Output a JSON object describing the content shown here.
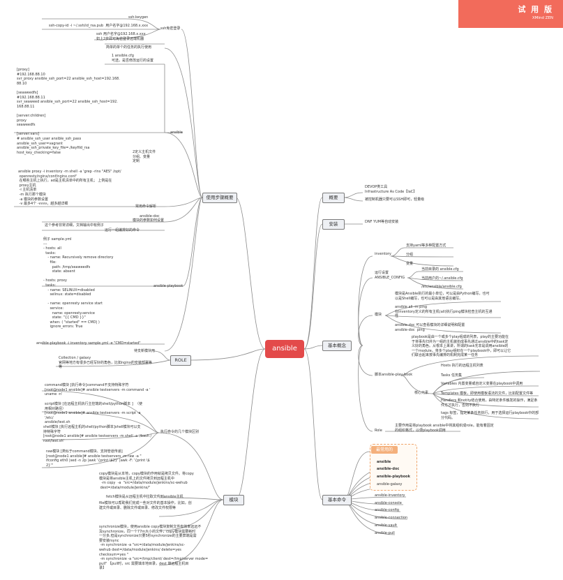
{
  "watermark": {
    "title": "试 用 版",
    "subtitle": "XMind ZEN"
  },
  "root": "ansible",
  "left_main": {
    "usage": "使用步骤概要",
    "role": "ROLE",
    "modules": "模块"
  },
  "right_main": {
    "overview": "概要",
    "install": "安装",
    "concepts": "基本概念",
    "commands": "基本命令"
  },
  "ssh": {
    "label": "ssh免密登录",
    "keygen": "ssh-keygen",
    "copy_id": "ssh-copy-id -i ~/.ssh/id_rsa.pub  用户名字@192.168.x.xxx",
    "ssh_login": "ssh 用户名字@192.168.x.xxx\n如上2步即可免密登录远端机器"
  },
  "usage_items": {
    "simple_cmd": "简单的单个的任务的执行使用",
    "cfg": "1 ansible.cfg\n可选，是否修改运行的设置",
    "inventory_block": "[proxy]\n#192.168.88.10\nsvr_proxy ansible_ssh_port=22 ansible_ssh_host=192.168.\n88.10\n\n[seaweedfs]\n#192.168.88.11\nsvr_seaweed ansible_ssh_port=22 ansible_ssh_host=192.\n168.88.11\n\n[server:children]\nproxy\nseaweedfs\n\n[server:vars]\n# ansible_ssh_user ansible_ssh_pass\nansible_ssh_user=vagrant\nansible_ssh_private_key_file=./keyfild_rsa\nhost_key_checking=false",
    "inventory_note": "2定义主机文件\n分组、变量\n定制",
    "ansible_label": "ansible",
    "proxy_cmd": "ansible proxy -i inventory -m shell -a 'grep -rins \"AES\" /opt/\n openresty/nginx/conf/nginx.conf'\n 在哪些主机上执行，ad是主机清单中的所有主机； 上例是在\n proxy主机\n -i 主机清单\n -m 执行那个模块\n -a 模块的参数设置\n -v 最多4个 -vvvv，越多越详细",
    "common_params": "常用命令解析",
    "doc_label": "ansible-doc",
    "doc_note": "模块的参数如何设置",
    "doc_desc": "这个参考非常详细，文档输出中有例子",
    "playbook_title": "运行一组编排好的命令",
    "playbook_example": "例子 sample.yml\n---\n- hosts: all\n  tasks:\n    - name: Recursively remove directory\n      file:\n        path: /tmp/seaweedfs\n        state: absent\n\n- hosts: proxy\n  tasks:\n    - name: SELINUX=disabled\n      selinux: state=disabled\n\n    - name: openresty service start\n      service:\n        name: openresty.service\n        state: \"{{ CMD }}\"\n      when: ( \"started\" == CMD| )\n      ignore_errors: True",
    "playbook_label": "ansible-playbook",
    "playbook_cmd": "ansible-playbook -i inventory sample.yml -e \"CMD=started\"",
    "reuse": "待支新模块用",
    "galaxy": "Collection / galaxy\n官网等地方有很多已经写好的角色，比如nginx的安装部署等\n等"
  },
  "modules": {
    "diff_label": "执行命令的几个模块区别",
    "command": "command模块 [执行命令]command不支持特殊字符\n[root@node1 ansible]# ansible testservers -m command -a '\nuname -n'",
    "script": "script模块 [在远程主机执行主控端的shell/python脚本 ]  （使\n用相对路径）\n[root@node1 ansible]# ansible testservers -m script -a '/etc/\nansible/test.sh",
    "shell": "shell模块 [执行远程主机的shell/python脚本]shell模块可以支\n持特殊字符\n[root@node1 ansible]# ansible testservers -m shell -a '/bash /\nroot/test.sh'",
    "raw": "raw模块 [类似于command模块、支持管道传递]\n[root@node1 ansible]# ansible testservers -m raw -a \"\nifconfig eth0 |sed -n 2p |awk '{print \\$2}' |awk -F: '{print \\$\n2}'\"",
    "copy": "copy模块是从本地，copy模块的作用就是拷贝文件。将copy\n模块是将ansible主机上的文件拷贝到远程主机中\n  -m copy  -a  \"src=/data/module/jenkins/sc-wehub\n dest=/data/module/jenkins/\"",
    "fetch": "fetch模块是从远程主机中拉取文件到ansible主机",
    "file": "file模块可以帮助我们完成一些对文件的基本操作，比如，创\n建文件或目录、删除文件或目录、修改文件权限等",
    "sync": "synchronize模块，使用ansible copy模块复制文件有效率远远不\n及synchronize，同一个77m大小的文件，copy模块需要耗时\n一分多,但是synchronize只要5秒synchronize的主要弊端是需\n要安装rsync\n -m synchronize -a \"src=/data/module/jenkins/sc-\nwehub dest=/data/module/jenkins/ delete=yes\nchecksum=yes \"\n -m synchronize -a \"src=/tmp/client/ dest=/tmp/server mode=\npull\" 【pull时，src 需要填本地目录，dest 填远程主机目\n录】"
  },
  "overview_items": {
    "devop": "DEVOP类工具\nInfrastructure As Code【IaC】",
    "ssh_manage": "被控制机器只要可以SSH即可，轻量级"
  },
  "install_items": {
    "dnf": "DNF YUM等自动安装"
  },
  "concept_items": {
    "inventory": "inventory",
    "inv_yaml": "支持yaml等多种配置方式",
    "inv_group": "分组",
    "inv_var": "变量",
    "config": "运行设置\nANSIBLE_CONFIG",
    "cfg1": "当前目录的 ansible.cfg",
    "cfg2": "当前用户的~/.ansible.cfg",
    "cfg3": "/etc/ansible/ansible.cfg",
    "module": "模块",
    "mod_desc": "模块是Ansible执行的最小单位，可以是由Python编写，也可\n以是Shell编写，也可以是由其他语言编写。",
    "mod_ping": "ansible all -m ping\n在inventory定义的所有主机(all)执行ping模块检查主机的互通\n性",
    "mod_doc": "ansible-doc 可以查看模块的详细说明和配置\nansible-doc  ping",
    "playbook": "脚本ansible-play-book",
    "pb_desc": "playbook是由一个或多个play组成的列表，play的主要功能在\n于将事先归并为一组的主机装扮成事先通过ansible中的task定\n义好的角色。从根本上来讲，所谓的task无非是调用ansible的\n一个module。将多个play组织在一个playbook中，即可以让它\n们联合起来按事先编排的机制完成某一任务",
    "core": "核心元素",
    "hosts": "Hosts 执行的远程主机列表",
    "tasks": "Tasks 任务集",
    "variables": "Variables 内置变量或自定义变量在playbook中调用",
    "templates": "Templates 模板，即使用模板语法的文件，比如配置文件等",
    "handlers": "Handlers 和notity结合使用，由特定条件触发的操作，满足条\n件方才执行，否则不执行",
    "tags": "tags 标签，指定某条任务执行，用于选择运行playbook中的部\n分代码。",
    "role": "Role",
    "role_desc": "主要作用是将playbook ansible中将其组织成role。能有着固定\n的组织格式，以便playbook调用"
  },
  "command_items": {
    "favorites": "最常用的",
    "fav": [
      "ansible",
      "ansible-doc",
      "ansible-playbook",
      "ansible-galaxy"
    ],
    "others": [
      "ansible-inventory",
      "ansible-console",
      "ansible-config",
      "ansible-connection",
      "ansible-vault",
      "ansible-pull"
    ]
  }
}
